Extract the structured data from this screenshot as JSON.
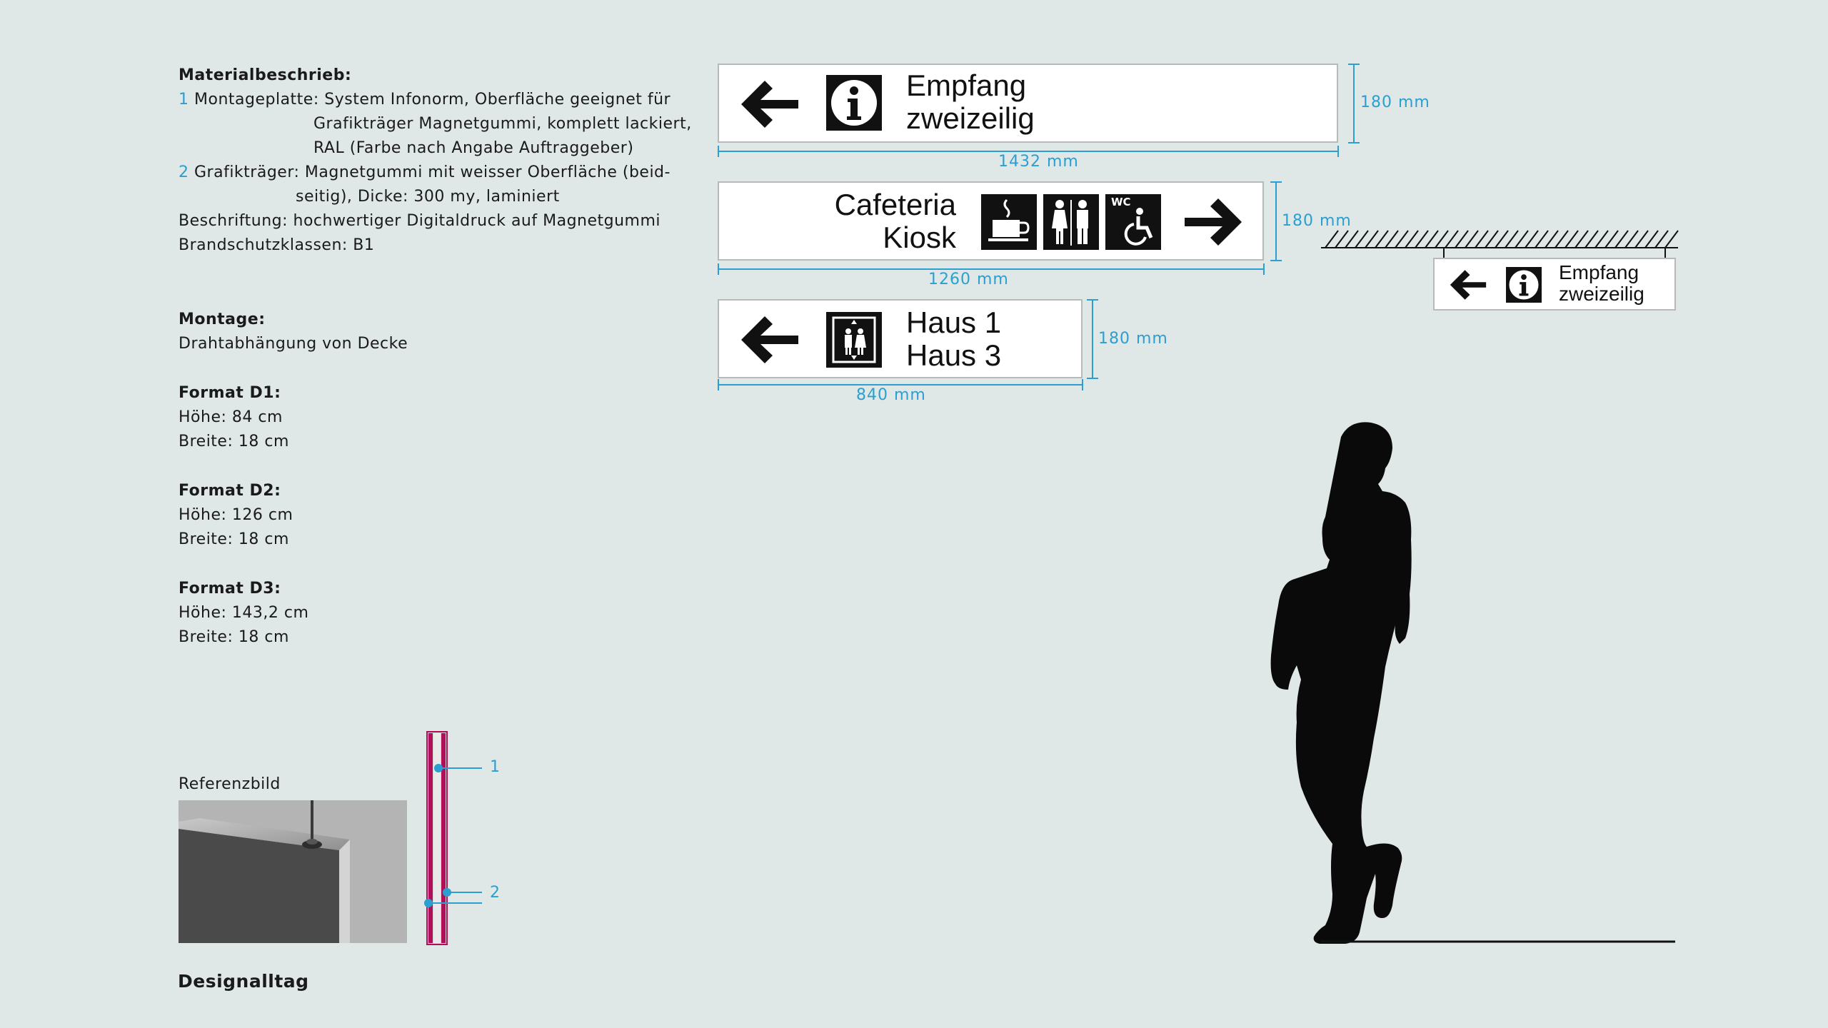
{
  "material": {
    "heading": "Materialbeschrieb:",
    "item1_num": "1",
    "item1_line1": "Montageplatte: System Infonorm, Oberfläche geeignet für",
    "item1_line2": "Grafikträger Magnetgummi, komplett lackiert,",
    "item1_line3": "RAL (Farbe nach Angabe Auftraggeber)",
    "item2_num": "2",
    "item2_line1": "Grafikträger: Magnetgummi mit weisser Oberfläche (beid-",
    "item2_line2": "seitig), Dicke: 300 my, laminiert",
    "line_beschriftung": "Beschriftung: hochwertiger Digitaldruck auf Magnetgummi",
    "line_brandschutz": "Brandschutzklassen: B1"
  },
  "montage": {
    "heading": "Montage:",
    "text": "Drahtabhängung von Decke"
  },
  "formats": [
    {
      "heading": "Format D1:",
      "hoehe": "Höhe: 84 cm",
      "breite": "Breite: 18 cm"
    },
    {
      "heading": "Format D2:",
      "hoehe": "Höhe: 126 cm",
      "breite": "Breite: 18 cm"
    },
    {
      "heading": "Format D3:",
      "hoehe": "Höhe: 143,2 cm",
      "breite": "Breite: 18 cm"
    }
  ],
  "reference": {
    "label": "Referenzbild"
  },
  "section": {
    "label1": "1",
    "label2": "2"
  },
  "brand": "Designalltag",
  "signs": {
    "sign1": {
      "line1": "Empfang",
      "line2": "zweizeilig",
      "width_label": "1432 mm",
      "height_label": "180 mm",
      "arrow": "left",
      "icon": "info-icon"
    },
    "sign2": {
      "line1": "Cafeteria",
      "line2": "Kiosk",
      "width_label": "1260 mm",
      "height_label": "180 mm",
      "arrow": "right",
      "icons": [
        "coffee-icon",
        "toilets-icon",
        "wc-accessible-icon"
      ],
      "wc_text": "WC"
    },
    "sign3": {
      "line1": "Haus 1",
      "line2": "Haus 3",
      "width_label": "840 mm",
      "height_label": "180 mm",
      "arrow": "left",
      "icon": "elevator-icon"
    },
    "mounted": {
      "line1": "Empfang",
      "line2": "zweizeilig",
      "arrow": "left",
      "icon": "info-icon"
    }
  },
  "colors": {
    "background": "#e0e7e7",
    "dimension": "#2a9fd0",
    "section_fill": "#b0105a",
    "ink": "#111111"
  }
}
